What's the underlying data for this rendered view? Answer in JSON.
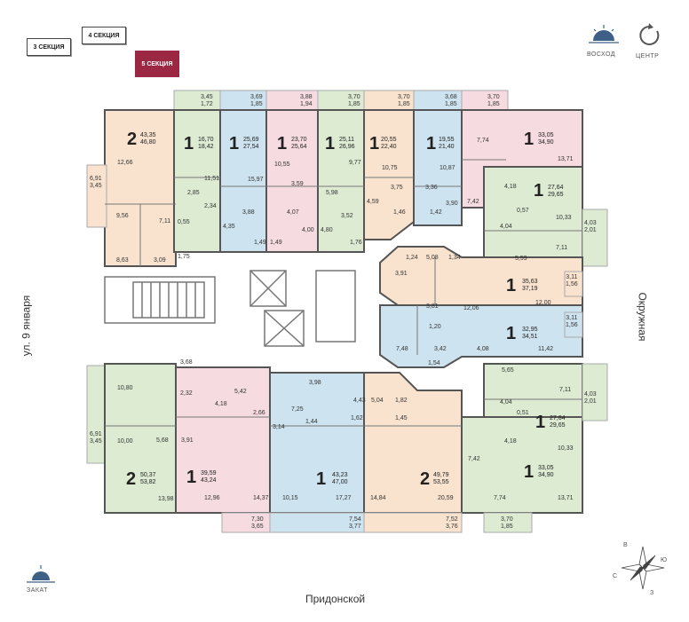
{
  "sections": {
    "s3": "3 СЕКЦИЯ",
    "s4": "4 СЕКЦИЯ",
    "s5": "5 СЕКЦИЯ"
  },
  "legend": {
    "sunrise": "ВОСХОД",
    "center": "ЦЕНТР",
    "sunset": "ЗАКАТ"
  },
  "streets": {
    "left": "ул. 9 января",
    "right": "Окружная",
    "bottom": "Придонской"
  },
  "compass": {
    "n": "В",
    "e": "Ю",
    "s": "З",
    "w": "С"
  },
  "colors": {
    "green": "#dcebd2",
    "blue": "#cde3ef",
    "pink": "#f6dbe1",
    "peach": "#f9e3cf",
    "gray": "#c9c9c9",
    "active": "#9b2743"
  },
  "apartments": [
    {
      "rooms": "2",
      "a1": "43,35",
      "a2": "46,80"
    },
    {
      "rooms": "1",
      "a1": "16,70",
      "a2": "18,42"
    },
    {
      "rooms": "1",
      "a1": "25,69",
      "a2": "27,54"
    },
    {
      "rooms": "1",
      "a1": "23,70",
      "a2": "25,64"
    },
    {
      "rooms": "1",
      "a1": "25,11",
      "a2": "26,96"
    },
    {
      "rooms": "1",
      "a1": "20,55",
      "a2": "22,40"
    },
    {
      "rooms": "1",
      "a1": "19,55",
      "a2": "21,40"
    },
    {
      "rooms": "1",
      "a1": "33,05",
      "a2": "34,90"
    },
    {
      "rooms": "1",
      "a1": "27,64",
      "a2": "29,65"
    },
    {
      "rooms": "1",
      "a1": "35,63",
      "a2": "37,19"
    },
    {
      "rooms": "1",
      "a1": "32,95",
      "a2": "34,51"
    },
    {
      "rooms": "1",
      "a1": "27,64",
      "a2": "29,65"
    },
    {
      "rooms": "1",
      "a1": "33,05",
      "a2": "34,90"
    },
    {
      "rooms": "2",
      "a1": "49,79",
      "a2": "53,55"
    },
    {
      "rooms": "1",
      "a1": "43,23",
      "a2": "47,00"
    },
    {
      "rooms": "1",
      "a1": "39,59",
      "a2": "43,24"
    },
    {
      "rooms": "2",
      "a1": "50,37",
      "a2": "53,82"
    }
  ],
  "balconies": [
    {
      "a1": "3,45",
      "a2": "1,72"
    },
    {
      "a1": "3,69",
      "a2": "1,85"
    },
    {
      "a1": "3,88",
      "a2": "1,94"
    },
    {
      "a1": "3,70",
      "a2": "1,85"
    },
    {
      "a1": "3,70",
      "a2": "1,85"
    },
    {
      "a1": "3,68",
      "a2": "1,85"
    },
    {
      "a1": "3,70",
      "a2": "1,85"
    },
    {
      "a1": "4,03",
      "a2": "2,01"
    },
    {
      "a1": "3,11",
      "a2": "1,56"
    },
    {
      "a1": "3,11",
      "a2": "1,56"
    },
    {
      "a1": "4,03",
      "a2": "2,01"
    },
    {
      "a1": "3,70",
      "a2": "1,85"
    },
    {
      "a1": "7,52",
      "a2": "3,76"
    },
    {
      "a1": "7,54",
      "a2": "3,77"
    },
    {
      "a1": "7,30",
      "a2": "3,65"
    },
    {
      "a1": "6,91",
      "a2": "3,45"
    },
    {
      "a1": "6,91",
      "a2": "3,45"
    }
  ],
  "rooms": [
    "12,66",
    "11,51",
    "2,85",
    "2,34",
    "0,55",
    "9,56",
    "7,11",
    "8,63",
    "3,09",
    "1,75",
    "15,97",
    "3,88",
    "4,35",
    "1,49",
    "10,55",
    "3,59",
    "4,07",
    "4,00",
    "1,49",
    "9,77",
    "5,98",
    "3,52",
    "4,80",
    "1,76",
    "10,75",
    "3,75",
    "4,59",
    "1,46",
    "10,87",
    "3,36",
    "3,90",
    "1,42",
    "7,74",
    "13,71",
    "4,18",
    "7,42",
    "0,57",
    "10,33",
    "4,04",
    "7,11",
    "5,59",
    "1,24",
    "5,08",
    "1,34",
    "3,91",
    "3,81",
    "12,06",
    "12,00",
    "1,20",
    "7,48",
    "3,42",
    "1,54",
    "4,08",
    "11,42",
    "3,68",
    "10,80",
    "2,32",
    "10,00",
    "5,68",
    "3,91",
    "13,98",
    "5,42",
    "4,18",
    "2,66",
    "12,96",
    "14,37",
    "3,98",
    "7,25",
    "1,44",
    "3,14",
    "10,15",
    "17,27",
    "4,43",
    "5,04",
    "1,82",
    "1,62",
    "1,45",
    "14,84",
    "20,59",
    "5,65",
    "7,11",
    "4,04",
    "0,51",
    "10,33",
    "4,18",
    "7,42",
    "7,74",
    "13,71"
  ]
}
